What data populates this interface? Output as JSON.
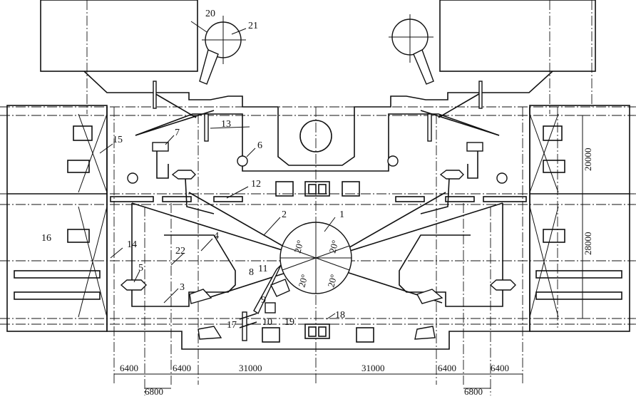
{
  "callouts": {
    "n1": "1",
    "n2": "2",
    "n3": "3",
    "n4": "4",
    "n5": "5",
    "n6": "6",
    "n7": "7",
    "n8": "8",
    "n9": "9",
    "n10": "10",
    "n11": "11",
    "n12": "12",
    "n13": "13",
    "n14": "14",
    "n15": "15",
    "n16": "16",
    "n17": "17",
    "n18": "18",
    "n19": "19",
    "n20": "20",
    "n21": "21",
    "n22": "22"
  },
  "angles": {
    "a1": "20°",
    "a2": "20°",
    "a3": "20°",
    "a4": "20°"
  },
  "dimensions": {
    "bottom": [
      "6400",
      "6800",
      "6400",
      "31000",
      "31000",
      "6400",
      "6800",
      "6400"
    ],
    "right_upper": "20000",
    "right_lower": "28000"
  }
}
